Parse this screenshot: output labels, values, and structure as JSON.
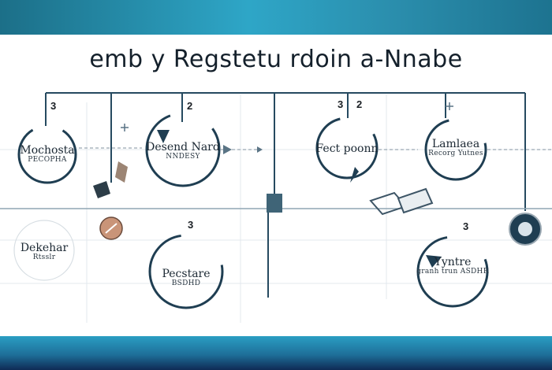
{
  "title": "emb y Regstetu rdoin a-Nnabe",
  "nodes": [
    {
      "main": "Mochosta",
      "sub": "PECOPHA"
    },
    {
      "main": "Desend Nard",
      "sub": "NNDESY"
    },
    {
      "main": "Fect poonn",
      "sub": ""
    },
    {
      "main": "Lamlaea",
      "sub": "Recorg Yutnes"
    },
    {
      "main": "Dekehar",
      "sub": "Rtsslr"
    },
    {
      "main": "Pecstare",
      "sub": "BSDHD"
    },
    {
      "main": "Yyntre",
      "sub": "granh trun ASDHR"
    }
  ],
  "numbers": [
    "3",
    "2",
    "3",
    "2",
    "3",
    "3"
  ],
  "colors": {
    "accent": "#2ea6c7",
    "dark": "#1f3e52",
    "line": "#264a60"
  }
}
